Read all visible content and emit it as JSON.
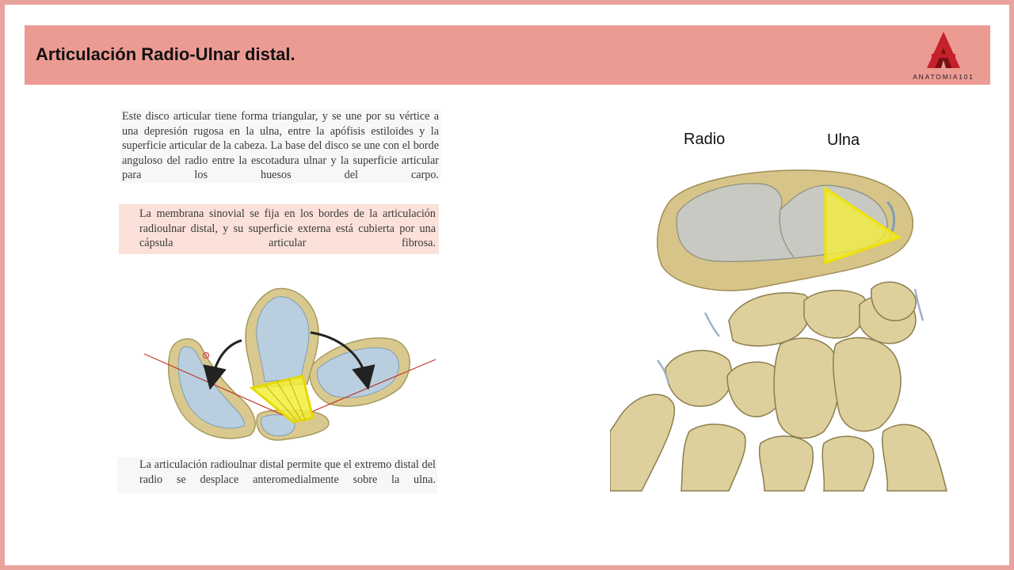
{
  "slide": {
    "title": "Articulación Radio-Ulnar distal."
  },
  "logo": {
    "text": "ANATOMIA101",
    "colors": {
      "primary": "#c8202a",
      "dark": "#7a0f14"
    }
  },
  "paragraphs": {
    "p1": "Este disco articular tiene forma triangular, y se une por su vértice a una depresión rugosa en la ulna, entre la apófisis estiloides y la superficie articular de la cabeza. La base del disco se une con el borde anguloso del radio entre la escotadura ulnar y la superficie articular para los huesos del carpo.",
    "p2": "La membrana sinovial se fija en los bordes de la articulación radioulnar distal, y su superficie externa está cubierta por una cápsula articular fibrosa.",
    "p3": "La articulación radioulnar distal permite que el extremo distal del radio se desplace anteromedialmente sobre la ulna."
  },
  "figure_labels": {
    "radio": "Radio",
    "ulna": "Ulna"
  },
  "colors": {
    "accent": "#ec9b93",
    "highlight": "#f2ee3a",
    "bone": "#d9c98e",
    "cartilage": "#b9cfe0",
    "axis_line": "#c0392b"
  }
}
